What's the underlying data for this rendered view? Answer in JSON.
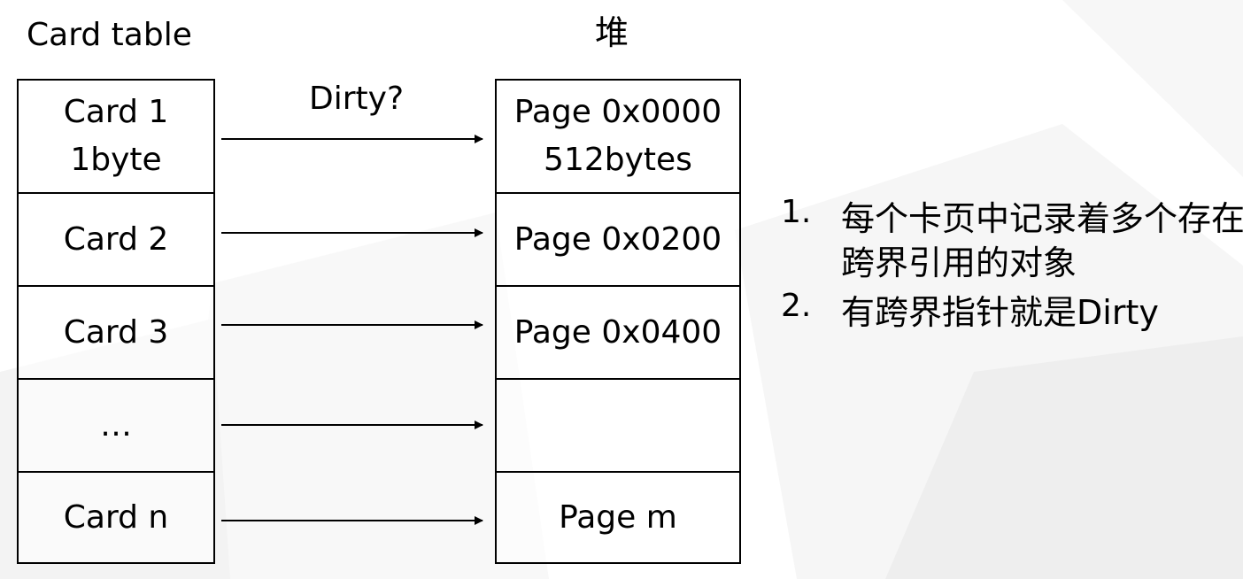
{
  "card_table": {
    "title": "Card table",
    "cells": [
      {
        "line1": "Card 1",
        "line2": "1byte"
      },
      {
        "line1": "Card 2",
        "line2": ""
      },
      {
        "line1": "Card 3",
        "line2": ""
      },
      {
        "line1": "…",
        "line2": ""
      },
      {
        "line1": "Card n",
        "line2": ""
      }
    ]
  },
  "heap": {
    "title": "堆",
    "cells": [
      {
        "line1": "Page 0x0000",
        "line2": "512bytes"
      },
      {
        "line1": "Page 0x0200",
        "line2": ""
      },
      {
        "line1": "Page 0x0400",
        "line2": ""
      },
      {
        "line1": "",
        "line2": ""
      },
      {
        "line1": "Page m",
        "line2": ""
      }
    ]
  },
  "arrow_label": "Dirty?",
  "notes": [
    {
      "num": "1.",
      "text": "每个卡页中记录着多个存在跨界引用的对象"
    },
    {
      "num": "2.",
      "text": "有跨界指针就是Dirty"
    }
  ],
  "colors": {
    "line": "#000000",
    "background": "#ffffff",
    "background_facets": "#f0f0f0"
  }
}
